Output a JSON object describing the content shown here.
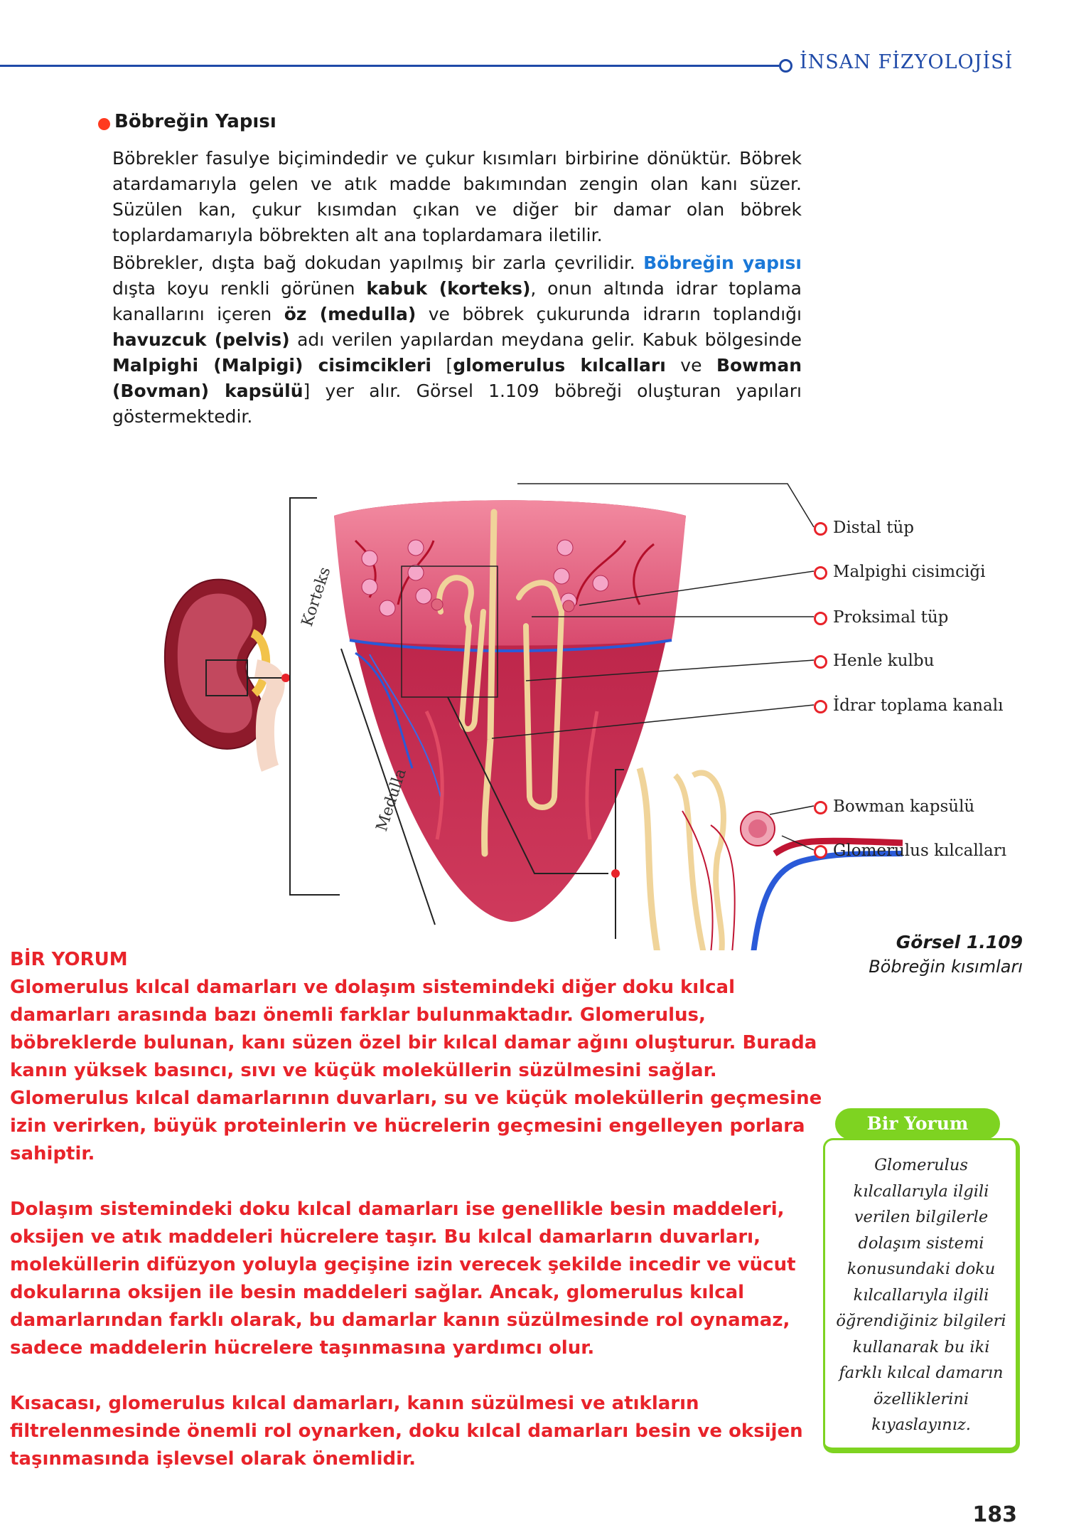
{
  "header": {
    "title": "İNSAN FİZYOLOJİSİ"
  },
  "section": {
    "title": "Böbreğin Yapısı"
  },
  "paragraph1": "Böbrekler fasulye biçimindedir ve çukur kısımları birbirine dönüktür. Böbrek atardamarıyla gelen ve atık madde bakımından zengin olan kanı süzer. Süzülen kan, çukur kısımdan çıkan ve diğer bir damar olan böbrek toplardamarıyla böbrekten alt ana toplardamara iletilir.",
  "paragraph2": {
    "t1": "Böbrekler, dışta bağ dokudan yapılmış bir zarla çevrilidir. ",
    "h1": "Böbreğin yapısı",
    "t2": " dışta koyu renkli görünen ",
    "b1": "kabuk (korteks)",
    "t3": ", onun altında idrar toplama kanallarını içeren ",
    "b2": "öz (medulla)",
    "t4": " ve böbrek çukurunda idrarın toplandığı ",
    "b3": "havuzcuk (pelvis)",
    "t5": " adı verilen yapılardan meydana gelir. Kabuk bölgesinde ",
    "b4": "Malpighi (Malpigi) cisimcikleri",
    "t6": " [",
    "b5": "glomerulus kılcalları",
    "t7": " ve ",
    "b6": "Bowman (Bovman) kapsülü",
    "t8": "] yer alır. Görsel 1.109 böbreği oluşturan yapıları göstermektedir."
  },
  "figure": {
    "region_labels": {
      "cortex": "Korteks",
      "medulla": "Medulla"
    },
    "labels": [
      "Distal tüp",
      "Malpighi cisimciği",
      "Proksimal tüp",
      "Henle kulbu",
      "İdrar toplama kanalı",
      "Bowman kapsülü",
      "Glomerulus kılcalları"
    ],
    "caption_number": "Görsel 1.109",
    "caption_title": "Böbreğin kısımları",
    "colors": {
      "cortex": "#d5486a",
      "medulla": "#b0193a",
      "tubule": "#f0d49a",
      "vein": "#2a5ad8",
      "pointer": "#e8232a"
    }
  },
  "comment": {
    "title": "BİR YORUM",
    "p1": "Glomerulus kılcal damarları ve dolaşım sistemindeki diğer doku kılcal damarları arasında bazı önemli farklar bulunmaktadır. Glomerulus, böbreklerde bulunan, kanı süzen özel bir kılcal damar ağını oluşturur. Burada kanın yüksek basıncı, sıvı ve küçük moleküllerin süzülmesini sağlar. Glomerulus kılcal damarlarının duvarları, su ve küçük moleküllerin geçmesine izin verirken, büyük proteinlerin ve hücrelerin geçmesini engelleyen porlara sahiptir.",
    "p2": "Dolaşım sistemindeki doku kılcal damarları ise genellikle besin maddeleri, oksijen ve atık maddeleri hücrelere taşır. Bu kılcal damarların duvarları, moleküllerin difüzyon yoluyla geçişine izin verecek şekilde incedir ve vücut dokularına oksijen ile besin maddeleri sağlar. Ancak, glomerulus kılcal damarlarından farklı olarak, bu damarlar kanın süzülmesinde rol oynamaz, sadece maddelerin hücrelere taşınmasına yardımcı olur.",
    "p3": "Kısacası, glomerulus kılcal damarları, kanın süzülmesi ve atıkların filtrelenmesinde önemli rol oynarken, doku kılcal damarları besin ve oksijen taşınmasında işlevsel olarak önemlidir."
  },
  "side_box": {
    "title": "Bir Yorum",
    "text": "Glomerulus kılcallarıyla ilgili verilen bilgilerle dolaşım sistemi konusundaki doku kılcallarıyla ilgili öğrendiğiniz bilgileri kullanarak bu iki farklı kılcal damarın özelliklerini kıyaslayınız."
  },
  "page_number": "183"
}
